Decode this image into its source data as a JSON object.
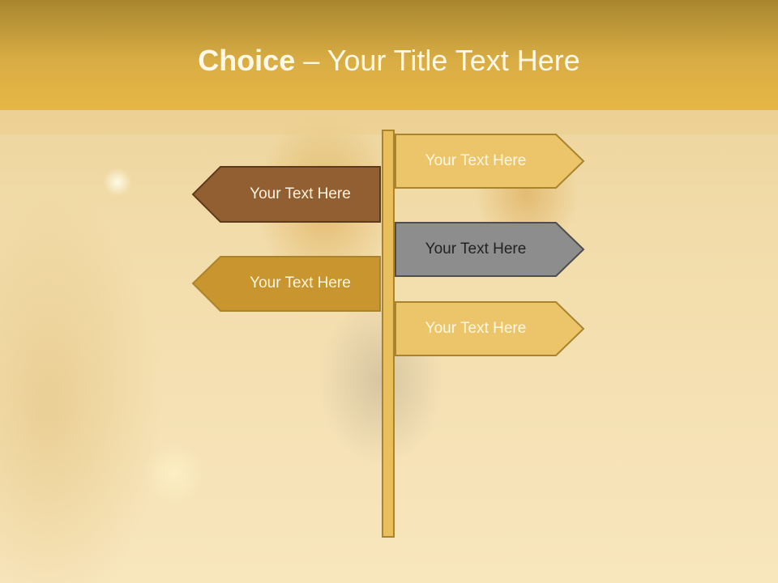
{
  "slide": {
    "title_bold": "Choice",
    "title_rest": " – Your Title Text Here"
  },
  "signs": [
    {
      "label": "Your Text Here",
      "direction": "right",
      "fill": "#ecc56a",
      "text_color": "#fff7e0"
    },
    {
      "label": "Your Text Here",
      "direction": "left",
      "fill": "#925f32",
      "text_color": "#fff2de"
    },
    {
      "label": "Your Text Here",
      "direction": "right",
      "fill": "#8d8d8d",
      "text_color": "#222222"
    },
    {
      "label": "Your Text Here",
      "direction": "left",
      "fill": "#c9952e",
      "text_color": "#fff4dc"
    },
    {
      "label": "Your Text Here",
      "direction": "right",
      "fill": "#ecc56a",
      "text_color": "#fff7e0"
    }
  ],
  "colors": {
    "header": "#d9ad44",
    "pole": "#e9bf5e",
    "outline": "#a9842d"
  }
}
